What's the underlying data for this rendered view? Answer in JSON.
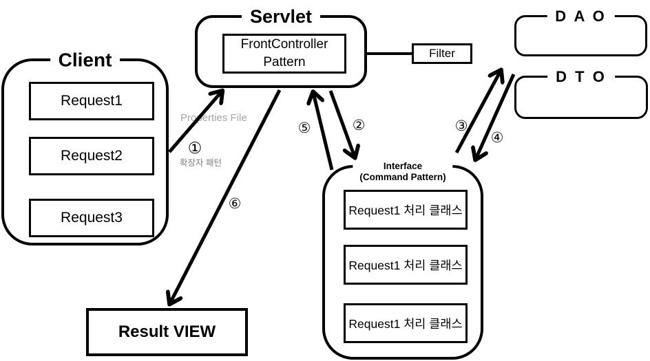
{
  "client": {
    "title": "Client",
    "requests": [
      "Request1",
      "Request2",
      "Request3"
    ]
  },
  "servlet": {
    "title": "Servlet",
    "controller_line1": "FrontController",
    "controller_line2": "Pattern"
  },
  "filter": {
    "label": "Filter"
  },
  "dao": {
    "title": "D A O"
  },
  "dto": {
    "title": "D T O"
  },
  "command": {
    "title_line1": "Interface",
    "title_line2": "(Command Pattern)",
    "handlers": [
      "Request1 처리 클래스",
      "Request1 처리 클래스",
      "Request1 처리 클래스"
    ]
  },
  "result_view": {
    "label": "Result VIEW"
  },
  "annotations": {
    "properties_file": "Properties File",
    "extension_pattern": "확장자 패턴"
  },
  "steps": {
    "s1": "①",
    "s2": "②",
    "s3": "③",
    "s4": "④",
    "s5": "⑤",
    "s6": "⑥"
  },
  "colors": {
    "stroke": "#000000",
    "muted_label": "#a6a6a6",
    "background": "#ffffff"
  }
}
